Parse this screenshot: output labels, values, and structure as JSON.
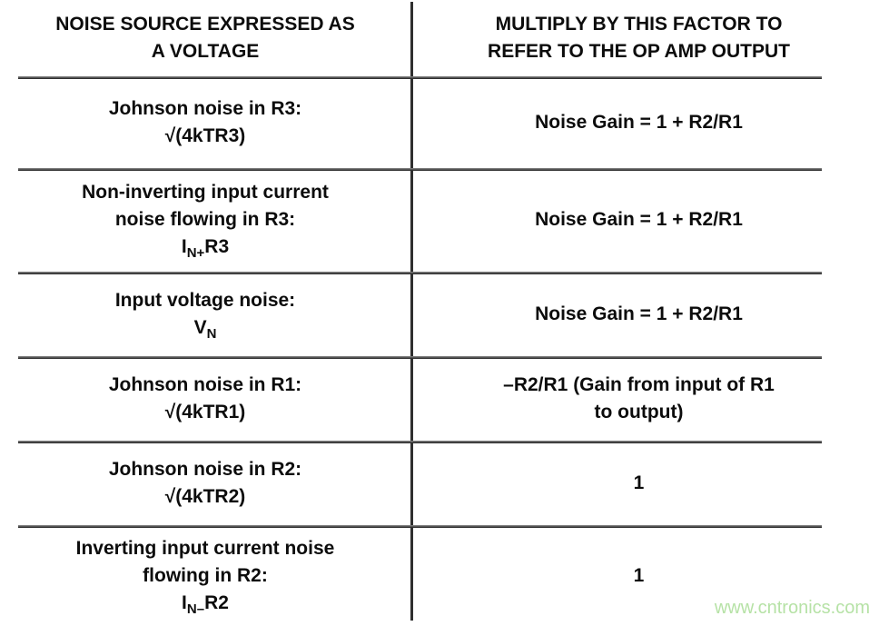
{
  "header": {
    "col1_lines": [
      "NOISE SOURCE EXPRESSED AS",
      "A VOLTAGE"
    ],
    "col2_lines": [
      "MULTIPLY BY THIS FACTOR TO",
      "REFER TO THE OP AMP OUTPUT"
    ]
  },
  "rows": [
    {
      "source_lines": [
        "Johnson noise in R3:",
        "√(4kTR3)"
      ],
      "factor_lines": [
        "Noise Gain = 1 + R2/R1"
      ]
    },
    {
      "source_lines": [
        "Non-inverting input current",
        "noise flowing in R3:"
      ],
      "formula": {
        "base": "I",
        "sub": "N+",
        "rest": "R3"
      },
      "factor_lines": [
        "Noise Gain = 1 + R2/R1"
      ]
    },
    {
      "source_lines": [
        "Input voltage noise:"
      ],
      "formula": {
        "base": "V",
        "sub": "N",
        "rest": ""
      },
      "factor_lines": [
        "Noise Gain = 1 + R2/R1"
      ]
    },
    {
      "source_lines": [
        "Johnson noise in R1:",
        "√(4kTR1)"
      ],
      "factor_lines": [
        "–R2/R1 (Gain from input of R1",
        "to output)"
      ]
    },
    {
      "source_lines": [
        "Johnson noise in R2:",
        "√(4kTR2)"
      ],
      "factor_lines": [
        "1"
      ]
    },
    {
      "source_lines": [
        "Inverting input current noise",
        "flowing in R2:"
      ],
      "formula": {
        "base": "I",
        "sub": "N–",
        "rest": "R2"
      },
      "factor_lines": [
        "1"
      ]
    }
  ],
  "watermark": {
    "text": "www.cntronics.com",
    "color": "#b6e2a6"
  },
  "colors": {
    "line": "#2f2f2f",
    "text": "#0c0c0c",
    "background": "#ffffff"
  }
}
